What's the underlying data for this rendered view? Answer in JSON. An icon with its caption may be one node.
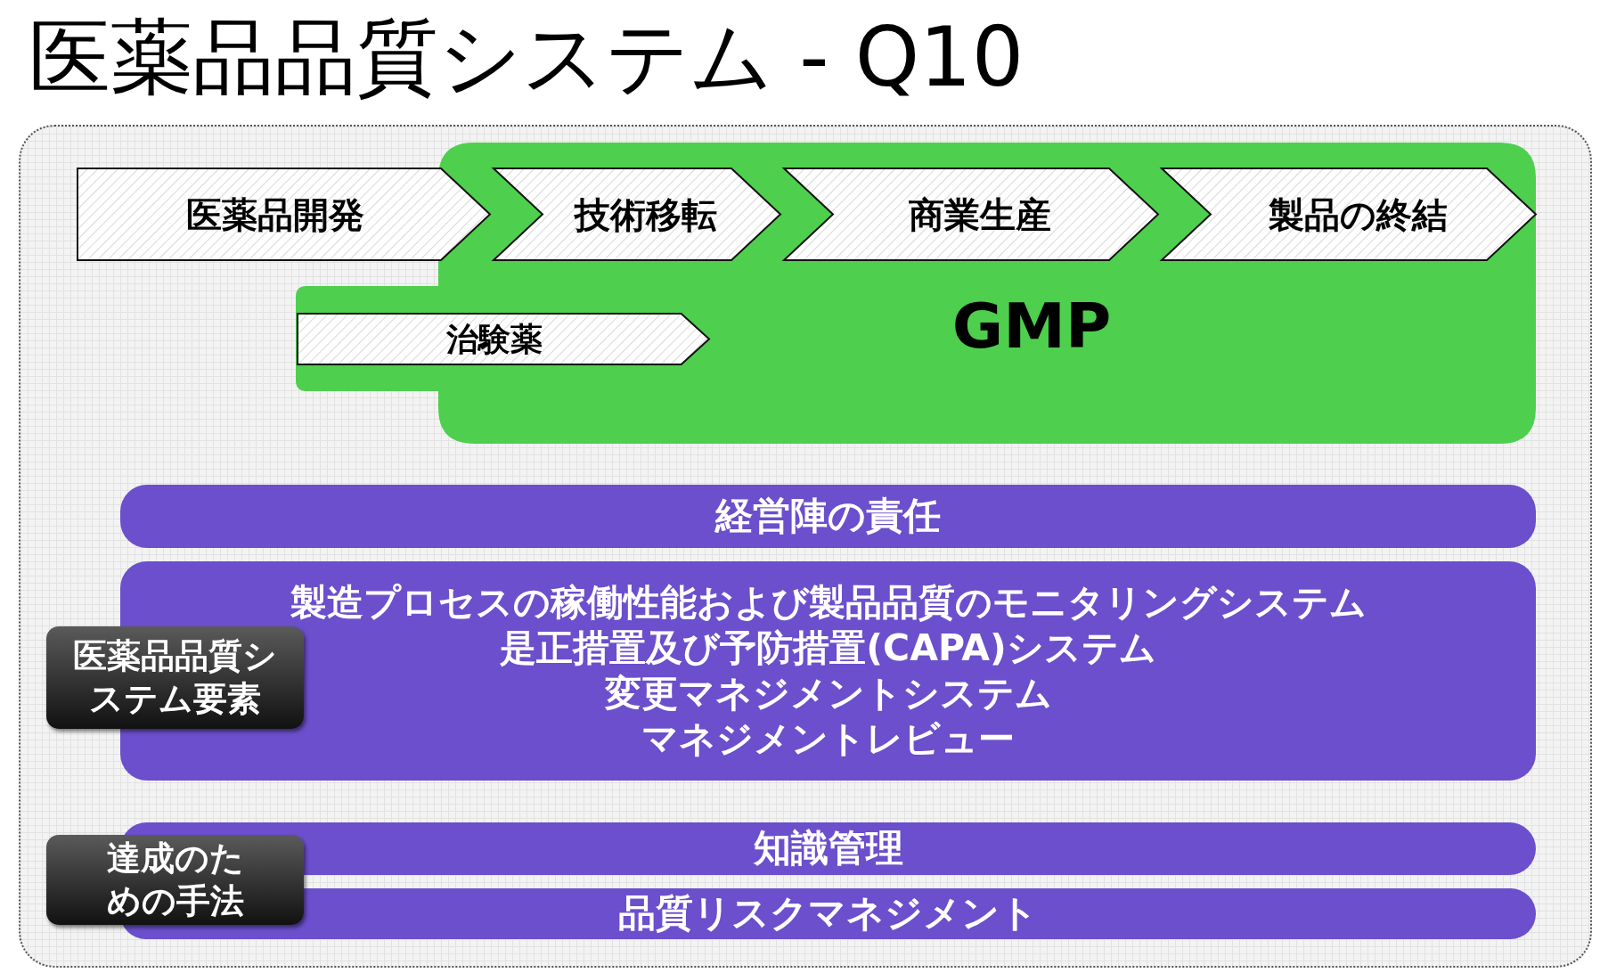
{
  "diagram": {
    "title": "医薬品品質システム - Q10",
    "nodes": [
      {
        "text": [
          "GMP"
        ]
      },
      {
        "text": [
          "医薬品開発"
        ]
      },
      {
        "text": [
          "技術移転"
        ],
        "in": 0
      },
      {
        "text": [
          "商業生産"
        ],
        "in": 0
      },
      {
        "text": [
          "製品の終結"
        ],
        "in": 0
      },
      {
        "text": [
          "治験薬"
        ],
        "in": 0
      },
      {
        "text": [
          "経営陣の責任"
        ]
      },
      {
        "text": [
          "製造プロセスの稼働性能および製品品質のモニタリングシステム",
          "是正措置及び予防措置(CAPA)システム",
          "変更マネジメントシステム",
          "マネジメントレビュー"
        ]
      },
      {
        "text": [
          "医薬品品質システム要素"
        ]
      },
      {
        "text": [
          "知識管理"
        ]
      },
      {
        "text": [
          "品質リスクマネジメント"
        ]
      },
      {
        "text": [
          "達成のための手法"
        ]
      }
    ],
    "edges": []
  }
}
